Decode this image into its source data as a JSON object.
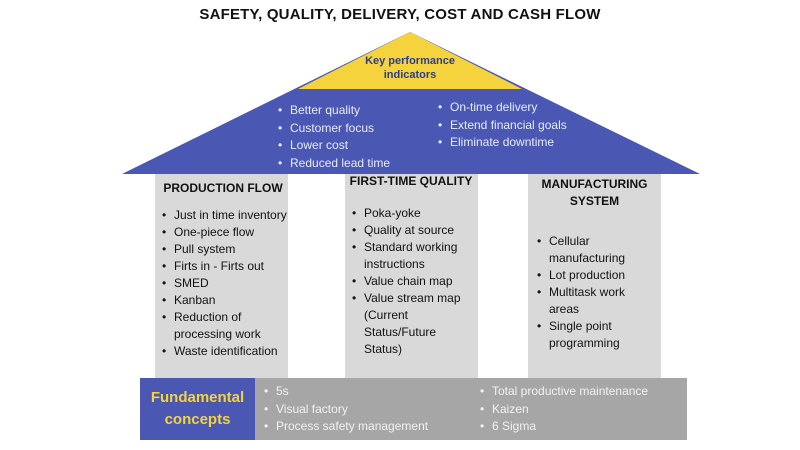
{
  "title": "SAFETY, QUALITY, DELIVERY, COST AND CASH FLOW",
  "kpi": {
    "label": "Key performance indicators",
    "left_items": [
      "Better quality",
      "Customer focus",
      "Lower cost",
      "Reduced lead time"
    ],
    "right_items": [
      "On-time delivery",
      "Extend financial goals",
      "Eliminate downtime"
    ]
  },
  "pillars": [
    {
      "title": "PRODUCTION FLOW",
      "items": [
        "Just in time inventory",
        "One-piece flow",
        "Pull system",
        "Firts in - Firts out",
        "SMED",
        "Kanban",
        " Reduction of processing work",
        "Waste identification"
      ]
    },
    {
      "title": "FIRST-TIME QUALITY",
      "items": [
        "Poka-yoke",
        "Quality at source",
        "Standard working instructions",
        "Value chain map",
        "Value stream map (Current Status/Future Status)"
      ]
    },
    {
      "title": "MANUFACTURING SYSTEM",
      "items": [
        "Cellular manufacturing",
        "Lot production",
        "Multitask work areas",
        " Single point programming"
      ]
    }
  ],
  "fundamentals": {
    "label": "Fundamental concepts",
    "left_items": [
      "5s",
      "Visual factory",
      "Process safety management"
    ],
    "right_items": [
      "Total productive maintenance",
      "Kaizen",
      "6 Sigma"
    ]
  },
  "colors": {
    "roof_blue": "#4a57b3",
    "apex_yellow": "#f5d33c",
    "pillar_gray": "#d9d9d9",
    "base_gray": "#a6a6a6"
  }
}
